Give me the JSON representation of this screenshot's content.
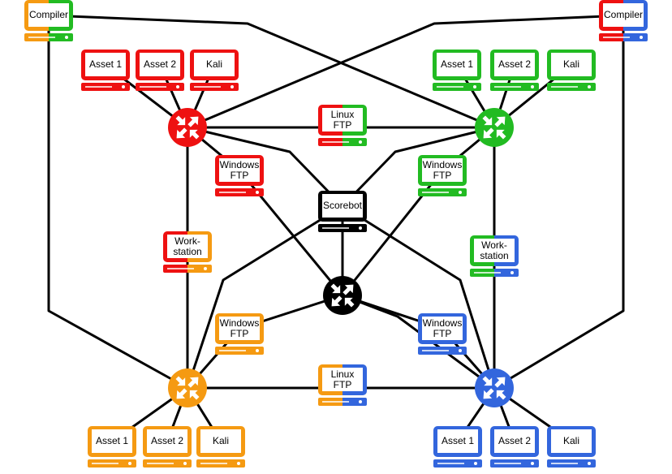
{
  "colors": {
    "red": "#ee1111",
    "green": "#22bb22",
    "orange": "#f59a12",
    "blue": "#3366dd",
    "black": "#000000",
    "line": "#000000"
  },
  "computers": [
    {
      "id": "compiler-tl",
      "lines": [
        "Compiler"
      ],
      "colors": [
        "orange",
        "green"
      ]
    },
    {
      "id": "compiler-tr",
      "lines": [
        "Compiler"
      ],
      "colors": [
        "red",
        "blue"
      ]
    },
    {
      "id": "red-asset1",
      "lines": [
        "Asset 1"
      ],
      "colors": [
        "red"
      ]
    },
    {
      "id": "red-asset2",
      "lines": [
        "Asset 2"
      ],
      "colors": [
        "red"
      ]
    },
    {
      "id": "red-kali",
      "lines": [
        "Kali"
      ],
      "colors": [
        "red"
      ]
    },
    {
      "id": "green-asset1",
      "lines": [
        "Asset 1"
      ],
      "colors": [
        "green"
      ]
    },
    {
      "id": "green-asset2",
      "lines": [
        "Asset 2"
      ],
      "colors": [
        "green"
      ]
    },
    {
      "id": "green-kali",
      "lines": [
        "Kali"
      ],
      "colors": [
        "green"
      ]
    },
    {
      "id": "linux-ftp-top",
      "lines": [
        "Linux",
        "FTP"
      ],
      "colors": [
        "red",
        "green"
      ]
    },
    {
      "id": "red-windows-ftp",
      "lines": [
        "Windows",
        "FTP"
      ],
      "colors": [
        "red"
      ]
    },
    {
      "id": "green-windows-ftp",
      "lines": [
        "Windows",
        "FTP"
      ],
      "colors": [
        "green"
      ]
    },
    {
      "id": "scorebot",
      "lines": [
        "Scorebot"
      ],
      "colors": [
        "black"
      ]
    },
    {
      "id": "workstation-left",
      "lines": [
        "Work-",
        "station"
      ],
      "colors": [
        "red",
        "orange"
      ]
    },
    {
      "id": "workstation-right",
      "lines": [
        "Work-",
        "station"
      ],
      "colors": [
        "green",
        "blue"
      ]
    },
    {
      "id": "orange-windows-ftp",
      "lines": [
        "Windows",
        "FTP"
      ],
      "colors": [
        "orange"
      ]
    },
    {
      "id": "blue-windows-ftp",
      "lines": [
        "Windows",
        "FTP"
      ],
      "colors": [
        "blue"
      ]
    },
    {
      "id": "linux-ftp-bottom",
      "lines": [
        "Linux",
        "FTP"
      ],
      "colors": [
        "orange",
        "blue"
      ]
    },
    {
      "id": "orange-asset1",
      "lines": [
        "Asset 1"
      ],
      "colors": [
        "orange"
      ]
    },
    {
      "id": "orange-asset2",
      "lines": [
        "Asset 2"
      ],
      "colors": [
        "orange"
      ]
    },
    {
      "id": "orange-kali",
      "lines": [
        "Kali"
      ],
      "colors": [
        "orange"
      ]
    },
    {
      "id": "blue-asset1",
      "lines": [
        "Asset 1"
      ],
      "colors": [
        "blue"
      ]
    },
    {
      "id": "blue-asset2",
      "lines": [
        "Asset 2"
      ],
      "colors": [
        "blue"
      ]
    },
    {
      "id": "blue-kali",
      "lines": [
        "Kali"
      ],
      "colors": [
        "blue"
      ]
    }
  ],
  "routers": [
    {
      "id": "router-red",
      "color": "red"
    },
    {
      "id": "router-green",
      "color": "green"
    },
    {
      "id": "router-center",
      "color": "black"
    },
    {
      "id": "router-orange",
      "color": "orange"
    },
    {
      "id": "router-blue",
      "color": "blue"
    }
  ]
}
